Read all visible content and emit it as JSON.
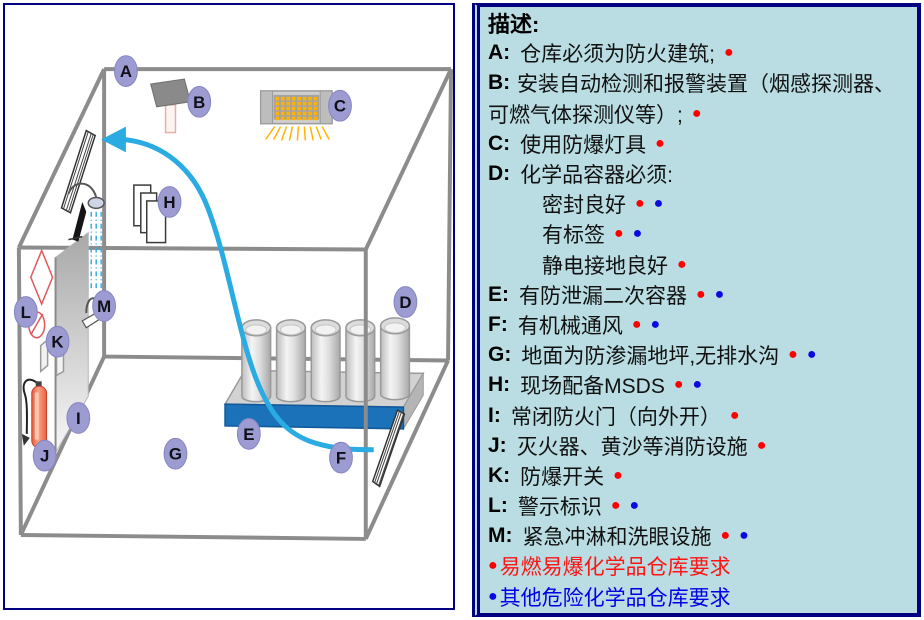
{
  "colors": {
    "navy_border": "#000080",
    "panel_bg": "#b9dde2",
    "red_dot": "#ff0000",
    "blue_dot": "#0a0ae0",
    "flow_arrow_blue": "#2aabe2",
    "pallet_blue": "#1b72b8",
    "marker_fill": "#9c9cd2",
    "wireframe_gray": "#8c8c8c"
  },
  "panel": {
    "title": "描述:",
    "items": [
      {
        "prefix": "A:",
        "text": "仓库必须为防火建筑;",
        "red": "●",
        "blue": ""
      },
      {
        "prefix": "B:",
        "text": "安装自动检测和报警装置（烟感探测器、",
        "red": "",
        "blue": ""
      },
      {
        "prefix": "",
        "text": "可燃气体探测仪等）;",
        "red": "●",
        "blue": ""
      },
      {
        "prefix": "C:",
        "text": "使用防爆灯具",
        "red": "●",
        "blue": ""
      },
      {
        "prefix": "D:",
        "text": "化学品容器必须:",
        "red": "",
        "blue": ""
      },
      {
        "prefix": "",
        "text": "密封良好",
        "red": "●",
        "blue": "●"
      },
      {
        "prefix": "",
        "text": "有标签",
        "red": "●",
        "blue": "●"
      },
      {
        "prefix": "",
        "text": "静电接地良好",
        "red": "●",
        "blue": ""
      },
      {
        "prefix": "E:",
        "text": "有防泄漏二次容器",
        "red": "●",
        "blue": "●"
      },
      {
        "prefix": "F:",
        "text": "有机械通风",
        "red": "●",
        "blue": "●"
      },
      {
        "prefix": "G:",
        "text": "地面为防渗漏地坪,无排水沟",
        "red": "●",
        "blue": "●"
      },
      {
        "prefix": "H:",
        "text": "现场配备MSDS",
        "red": "●",
        "blue": "●"
      },
      {
        "prefix": "I:",
        "text": "常闭防火门（向外开）",
        "red": "●",
        "blue": ""
      },
      {
        "prefix": "J:",
        "text": "灭火器、黄沙等消防设施",
        "red": "●",
        "blue": ""
      },
      {
        "prefix": "K:",
        "text": "防爆开关",
        "red": "●",
        "blue": ""
      },
      {
        "prefix": "L:",
        "text": "警示标识",
        "red": "●",
        "blue": "●"
      },
      {
        "prefix": "M:",
        "text": "紧急冲淋和洗眼设施",
        "red": "●",
        "blue": "●"
      }
    ],
    "legend": [
      {
        "dot": "●",
        "text": "易燃易爆化学品仓库要求"
      },
      {
        "dot": "●",
        "text": "其他危险化学品仓库要求"
      }
    ]
  },
  "diagram": {
    "marker_letters": [
      "A",
      "B",
      "C",
      "D",
      "E",
      "F",
      "G",
      "H",
      "I",
      "J",
      "K",
      "L",
      "M"
    ]
  }
}
